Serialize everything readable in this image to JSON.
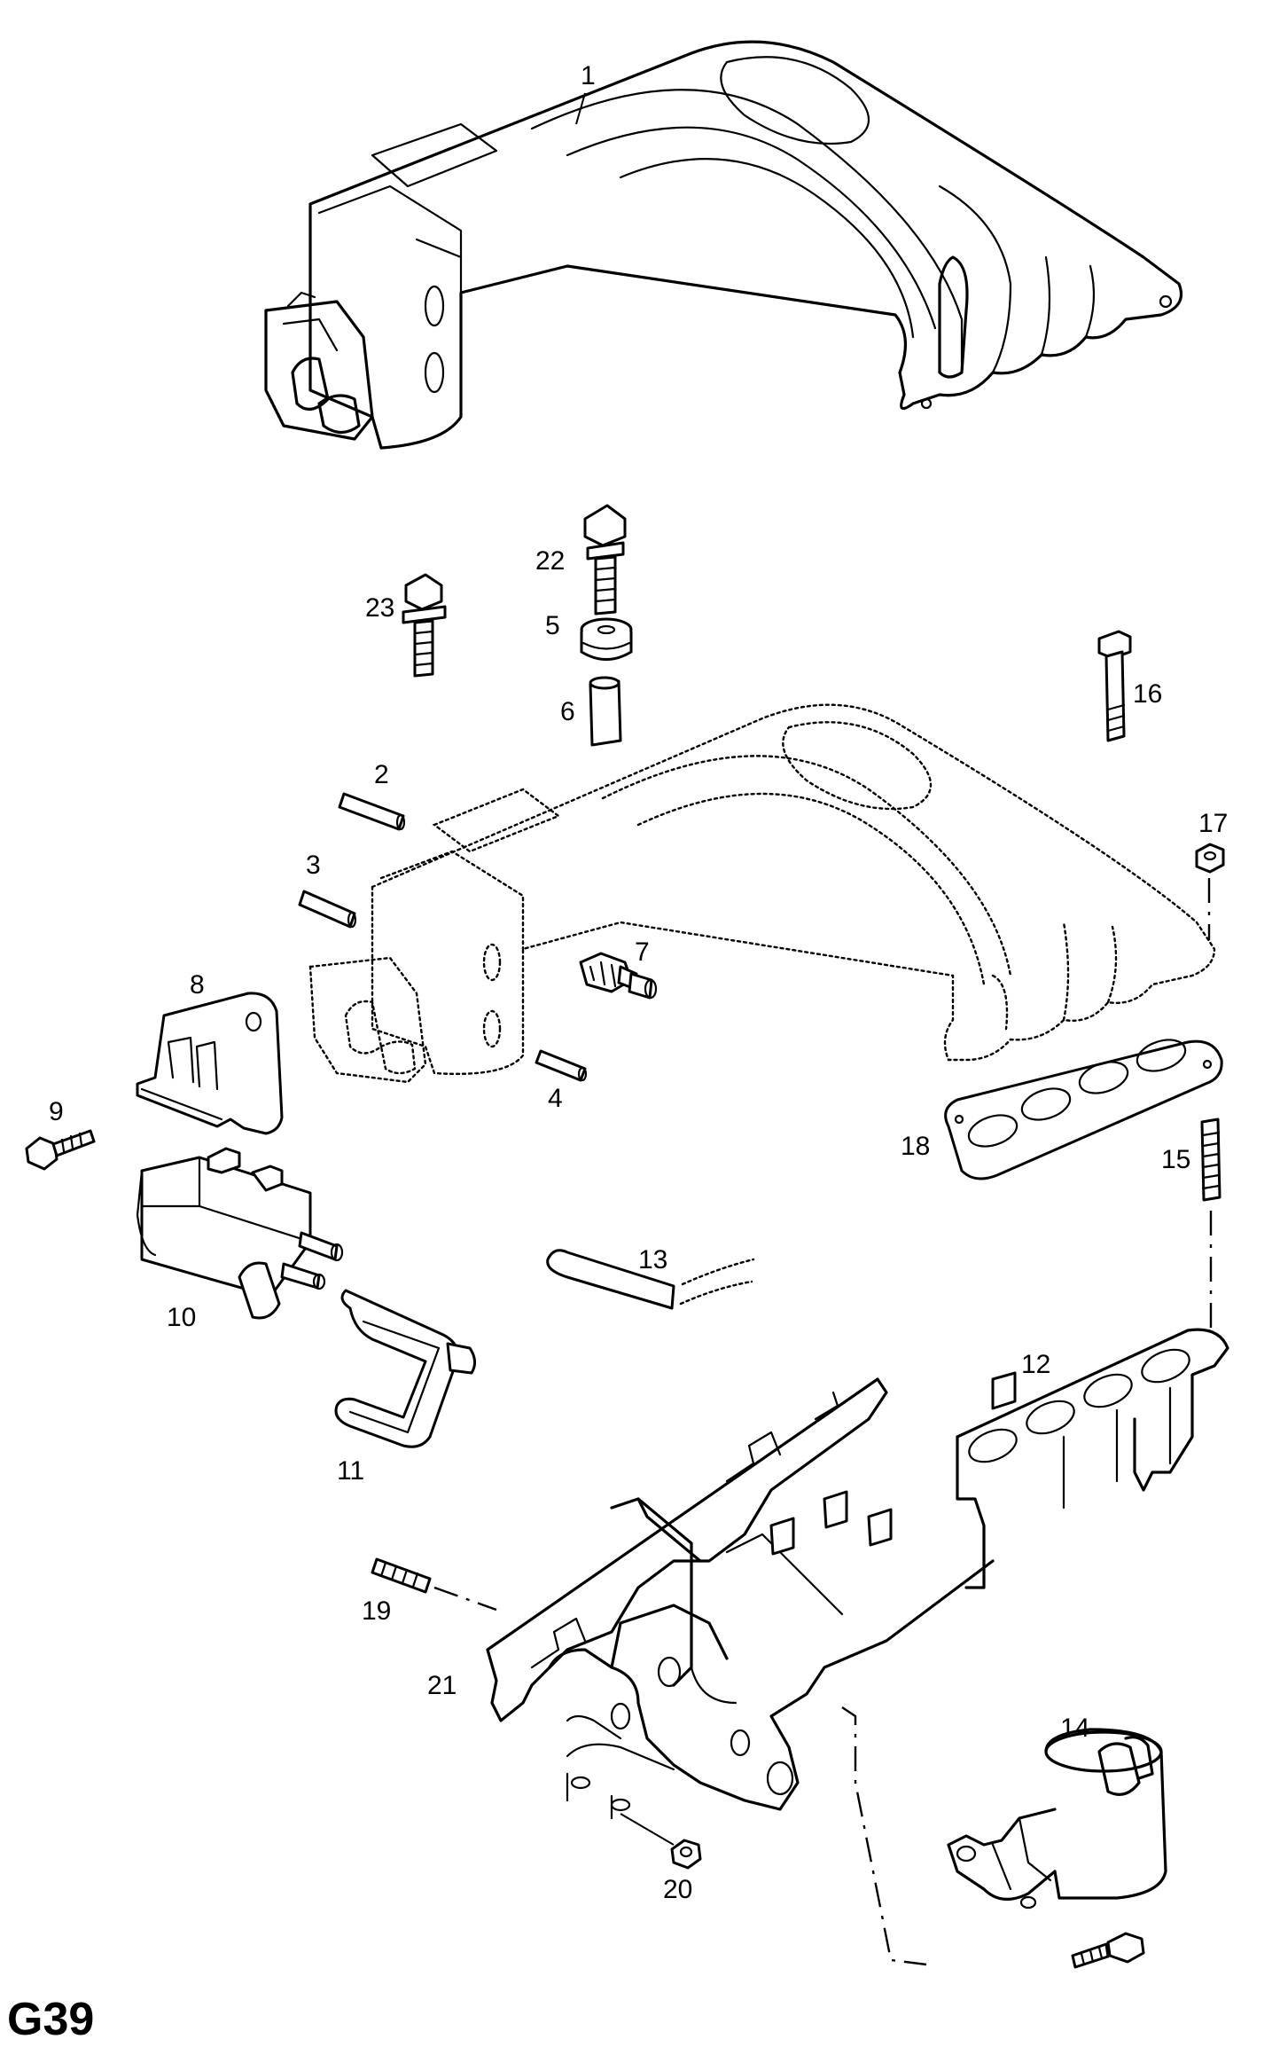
{
  "diagram_code": "G39",
  "callouts": {
    "c1": "1",
    "c2": "2",
    "c3": "3",
    "c4": "4",
    "c5": "5",
    "c6": "6",
    "c7": "7",
    "c8": "8",
    "c9": "9",
    "c10": "10",
    "c11": "11",
    "c12": "12",
    "c13": "13",
    "c14": "14",
    "c15": "15",
    "c16": "16",
    "c17": "17",
    "c18": "18",
    "c19": "19",
    "c20": "20",
    "c21": "21",
    "c22": "22",
    "c23": "23"
  }
}
